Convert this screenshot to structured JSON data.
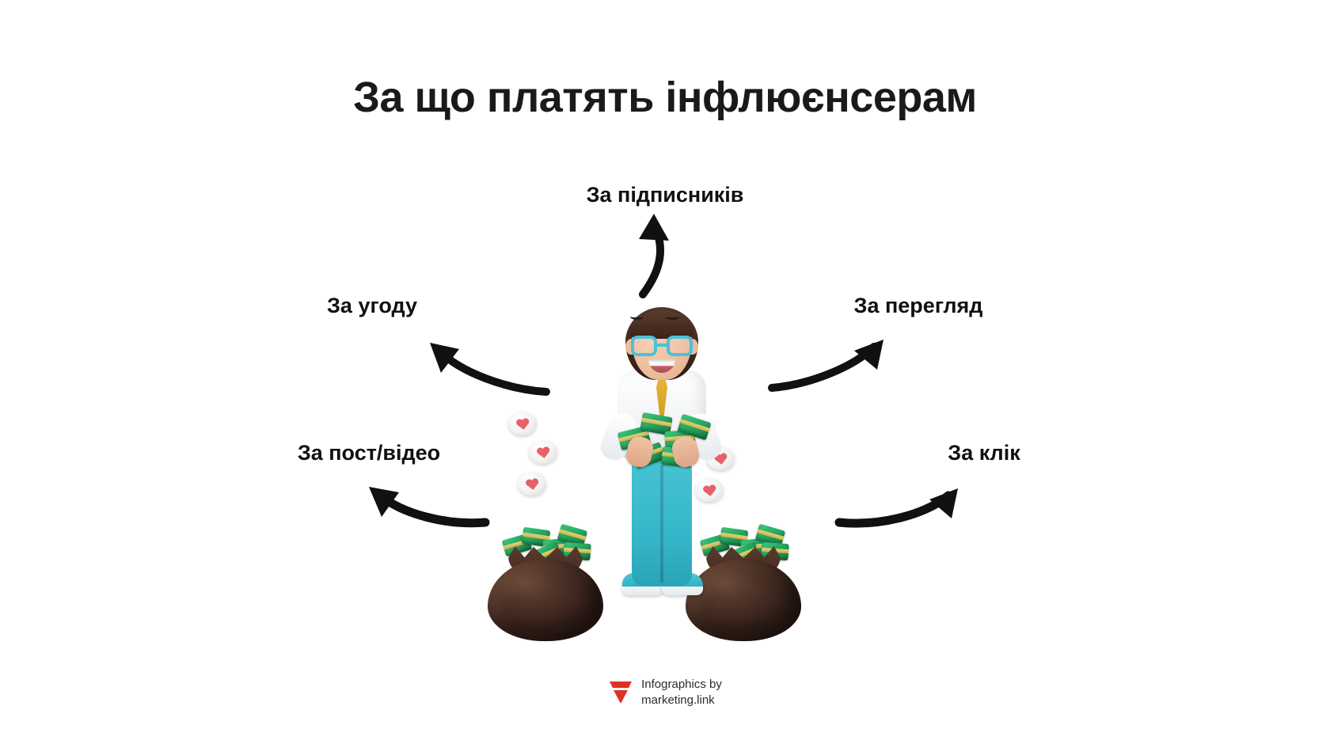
{
  "page": {
    "background_color": "#ffffff",
    "title": "За що платять інфлюєнсерам"
  },
  "labels": {
    "top": "За підписників",
    "left_upper": "За угоду",
    "right_upper": "За перегляд",
    "left_lower": "За пост/відео",
    "right_lower": "За клік"
  },
  "illustration": {
    "character_alt": "3D girl with teal glasses holding money bundles",
    "bag_left_alt": "money-bag-left",
    "bag_right_alt": "money-bag-right",
    "heart_alt": "like-heart-icon"
  },
  "footer": {
    "line1": "Infographics by",
    "line2": "marketing.link",
    "logo_color": "#e03127"
  },
  "colors": {
    "title": "#1a1a1a",
    "label": "#111111",
    "arrow": "#111111",
    "accent_teal": "#49c2dc",
    "money_green": "#22a05c",
    "bag_brown": "#4e3328",
    "heart_red": "#e8606a",
    "logo_red": "#e03127"
  }
}
